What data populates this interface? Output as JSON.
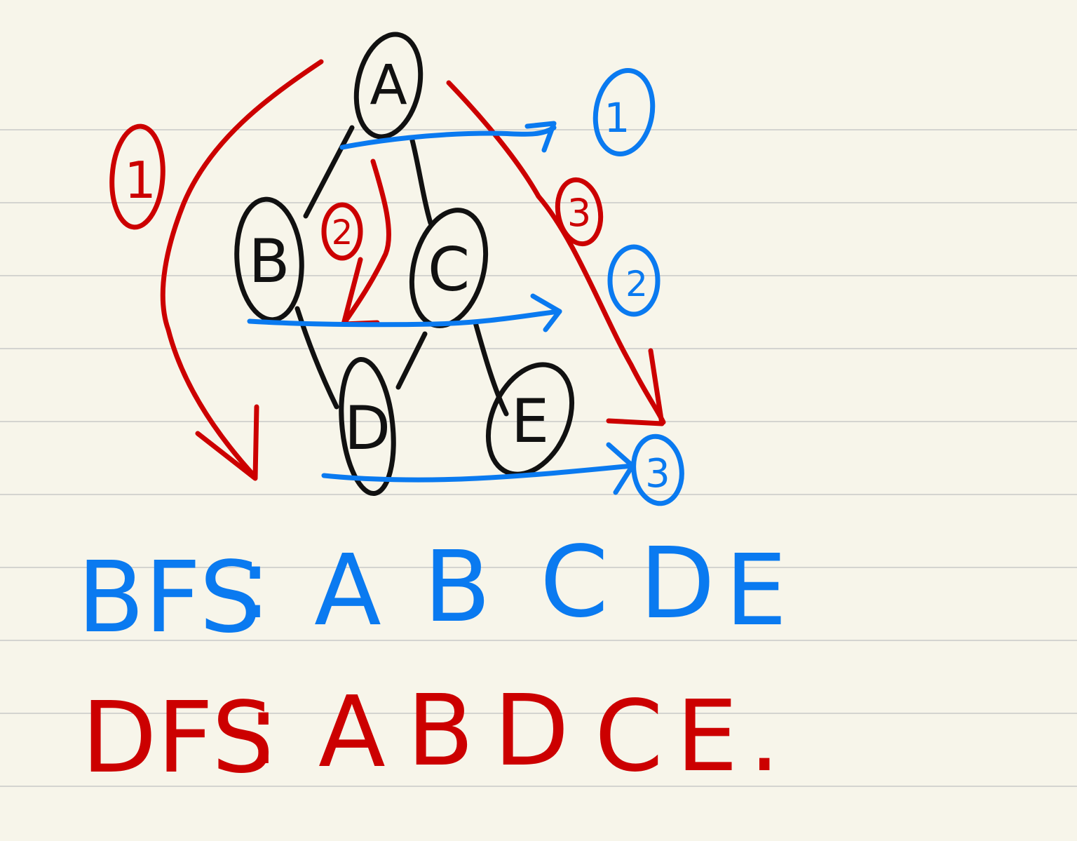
{
  "colors": {
    "paper": "#f7f5ea",
    "rule": "#d4d4d0",
    "node_ink": "#111111",
    "dfs_ink": "#cc0000",
    "bfs_ink": "#0a7af0"
  },
  "graph": {
    "nodes": [
      {
        "id": "A",
        "label": "A"
      },
      {
        "id": "B",
        "label": "B"
      },
      {
        "id": "C",
        "label": "C"
      },
      {
        "id": "D",
        "label": "D"
      },
      {
        "id": "E",
        "label": "E"
      }
    ],
    "edges": [
      [
        "A",
        "B"
      ],
      [
        "A",
        "C"
      ],
      [
        "B",
        "D"
      ],
      [
        "C",
        "D"
      ],
      [
        "C",
        "E"
      ]
    ]
  },
  "dfs_step_marks": [
    "1",
    "2",
    "3"
  ],
  "bfs_level_marks": [
    "1",
    "2",
    "3"
  ],
  "bfs_line": {
    "prefix": "BFS",
    "sep": ":",
    "sequence": [
      "A",
      "B",
      "C",
      "D",
      "E"
    ]
  },
  "dfs_line": {
    "prefix": "DFS",
    "sep": ":",
    "sequence": [
      "A",
      "B",
      "D",
      "C",
      "E"
    ],
    "end": "."
  }
}
